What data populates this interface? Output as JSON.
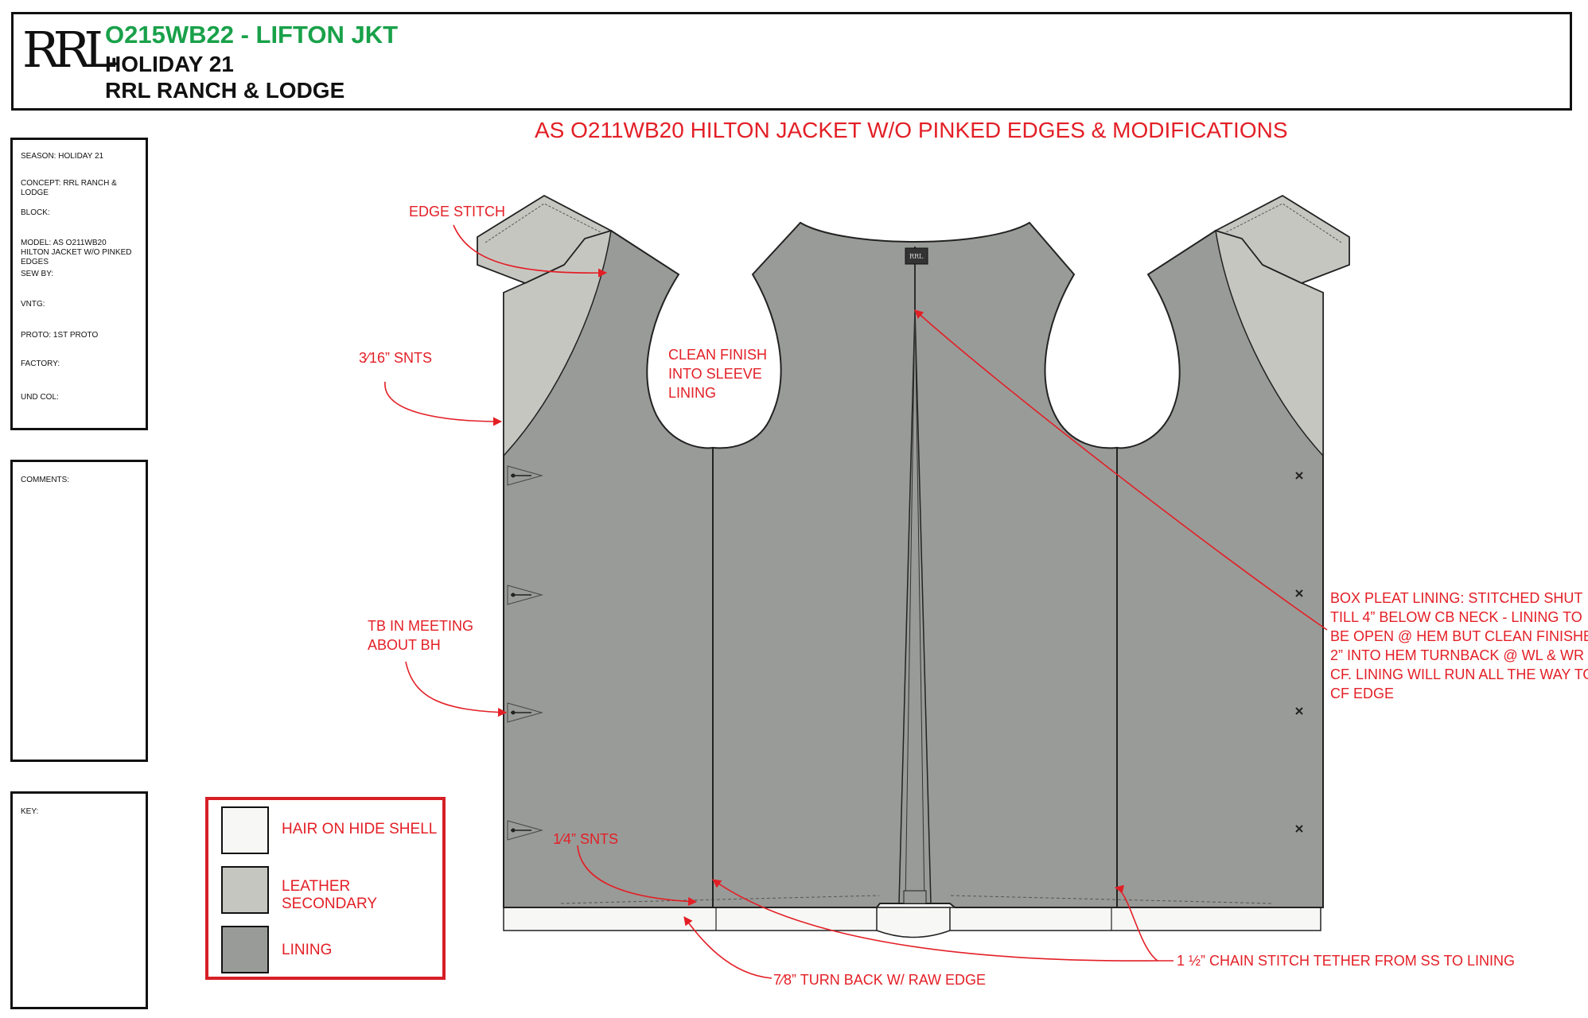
{
  "header": {
    "logo_text": "RRL",
    "style_line": "O215WB22 - LIFTON JKT",
    "season_line": "HOLIDAY 21",
    "concept_line": "RRL RANCH & LODGE"
  },
  "main_title": "AS O211WB20 HILTON JACKET W/O PINKED EDGES & MODIFICATIONS",
  "spec_fields": [
    "SEASON: HOLIDAY 21",
    "CONCEPT: RRL RANCH & LODGE",
    "BLOCK:",
    "MODEL: AS O211WB20 HILTON JACKET W/O PINKED EDGES",
    "SEW BY:",
    "VNTG:",
    "PROTO: 1ST PROTO",
    "FACTORY:",
    "UND COL:"
  ],
  "comments_label": "COMMENTS:",
  "key_label": "KEY:",
  "legend": [
    {
      "label": "HAIR ON HIDE SHELL",
      "color": "#f7f7f5"
    },
    {
      "label": "LEATHER SECONDARY",
      "color": "#c6c6c1"
    },
    {
      "label": "LINING",
      "color": "#999b98"
    }
  ],
  "callouts": {
    "edge_stitch": "EDGE STITCH",
    "snts_316": "3⁄16” SNTS",
    "clean_finish": [
      "CLEAN FINISH",
      "INTO SLEEVE",
      "LINING"
    ],
    "tb_meeting": [
      "TB IN MEETING",
      "ABOUT BH"
    ],
    "snts_14": "1⁄4” SNTS",
    "turn_back": "7⁄8” TURN BACK W/ RAW EDGE",
    "chain_stitch": "1 ½” CHAIN STITCH TETHER FROM SS TO LINING",
    "box_pleat": [
      "BOX PLEAT LINING: STITCHED SHUT",
      "TILL 4” BELOW CB NECK - LINING TO",
      "BE OPEN @ HEM BUT CLEAN FINISHED",
      "2” INTO HEM TURNBACK @ WL & WR",
      "CF. LINING WILL RUN ALL THE WAY TO",
      "CF EDGE"
    ],
    "neck_label_text": "RRL"
  },
  "colors": {
    "lining": "#999b98",
    "leather": "#c6c6c1",
    "shell": "#f7f7f5",
    "annotation": "#e31f26",
    "header_green": "#19a14a"
  }
}
